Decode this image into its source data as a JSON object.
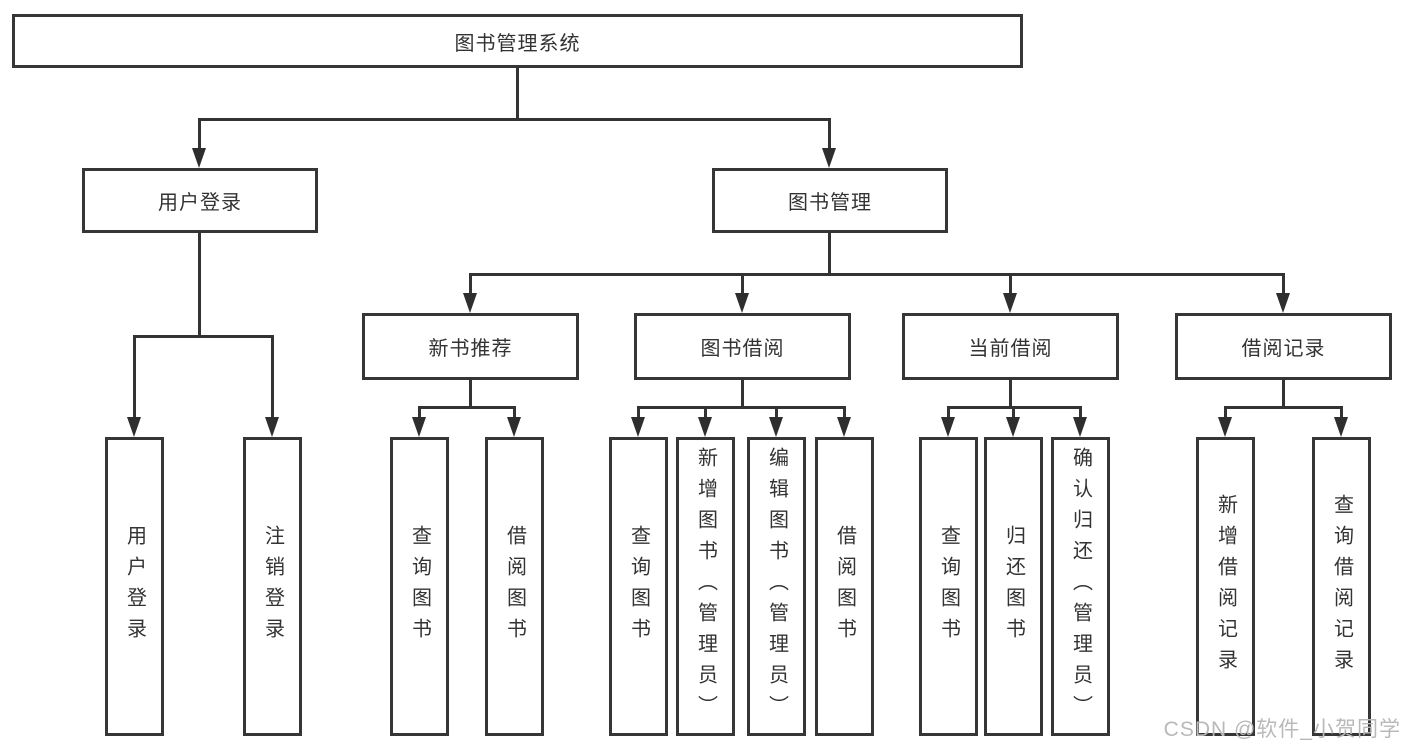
{
  "diagram": {
    "type": "tree",
    "tree": {
      "label": "图书管理系统",
      "children": [
        {
          "label": "用户登录",
          "children": [
            {
              "label": "用户登录"
            },
            {
              "label": "注销登录"
            }
          ]
        },
        {
          "label": "图书管理",
          "children": [
            {
              "label": "新书推荐",
              "children": [
                {
                  "label": "查询图书"
                },
                {
                  "label": "借阅图书"
                }
              ]
            },
            {
              "label": "图书借阅",
              "children": [
                {
                  "label": "查询图书"
                },
                {
                  "label": "新增图书（管理员）"
                },
                {
                  "label": "编辑图书（管理员）"
                },
                {
                  "label": "借阅图书"
                }
              ]
            },
            {
              "label": "当前借阅",
              "children": [
                {
                  "label": "查询图书"
                },
                {
                  "label": "归还图书"
                },
                {
                  "label": "确认归还（管理员）"
                }
              ]
            },
            {
              "label": "借阅记录",
              "children": [
                {
                  "label": "新增借阅记录"
                },
                {
                  "label": "查询借阅记录"
                }
              ]
            }
          ]
        }
      ]
    },
    "colors": {
      "line": "#333333",
      "box_border": "#363636",
      "box_background": "#ffffff",
      "text": "#333333",
      "watermark": "#b9b9b9",
      "page_background": "#ffffff"
    },
    "watermark": "CSDN @软件_小贺同学"
  }
}
